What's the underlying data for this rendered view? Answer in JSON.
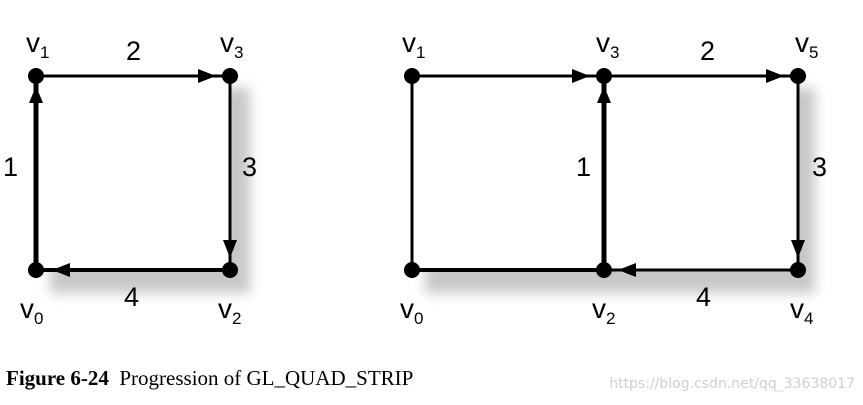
{
  "figures": [
    {
      "vertices": [
        {
          "name": "v",
          "sub": "1"
        },
        {
          "name": "v",
          "sub": "3"
        },
        {
          "name": "v",
          "sub": "0"
        },
        {
          "name": "v",
          "sub": "2"
        }
      ],
      "edge_labels": [
        "2",
        "1",
        "3",
        "4"
      ]
    },
    {
      "vertices": [
        {
          "name": "v",
          "sub": "1"
        },
        {
          "name": "v",
          "sub": "3"
        },
        {
          "name": "v",
          "sub": "5"
        },
        {
          "name": "v",
          "sub": "0"
        },
        {
          "name": "v",
          "sub": "2"
        },
        {
          "name": "v",
          "sub": "4"
        }
      ],
      "edge_labels": [
        "2",
        "1",
        "3",
        "4"
      ]
    }
  ],
  "caption": {
    "figure_number": "Figure 6-24",
    "text": "Progression of GL_QUAD_STRIP"
  },
  "watermark": "https://blog.csdn.net/qq_33638017"
}
